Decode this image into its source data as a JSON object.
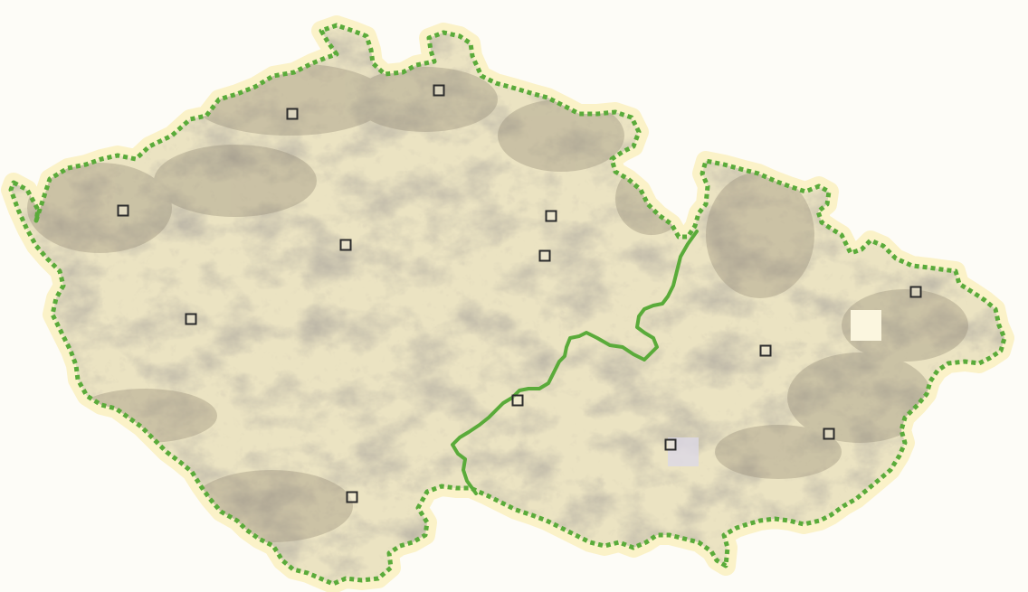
{
  "map": {
    "colors": {
      "background": "#fdfcf7",
      "land_light": "#ebe3c2",
      "land_mid": "#d8cda4",
      "land_relief": "#a89c84",
      "land_dark": "#8e8470",
      "border_halo": "#fbf2c8",
      "border": "#5aab3a",
      "marker_stroke": "#2b2b2b",
      "marker_fill": "#f4efd9"
    },
    "border_style": "dotted",
    "internal_divide_style": "solid",
    "marker_shape": "hollow-square",
    "marker_count": 15
  }
}
